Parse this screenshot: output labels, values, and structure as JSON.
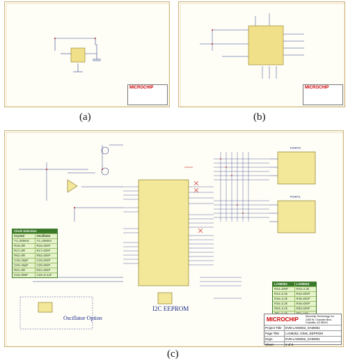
{
  "captions": {
    "a": "(a)",
    "b": "(b)",
    "c": "(c)"
  },
  "logo_text": "MICROCHIP",
  "panel_c": {
    "clock_table": {
      "title": "Clock Selection",
      "headers": [
        "Crystal",
        "Oscillator"
      ],
      "rows": [
        [
          "Y1=25MHz",
          "Y1=25MHz"
        ],
        [
          "R16=0R",
          "R16=DNP"
        ],
        [
          "R17=0R",
          "R17=DNP"
        ],
        [
          "R62=0R",
          "R62=DNP"
        ],
        [
          "C19=18pF",
          "C19=DNP"
        ],
        [
          "C20=18pF",
          "C20=DNP"
        ],
        [
          "R21=0R",
          "R21=DNP"
        ],
        [
          "C22=DNP",
          "C22=0.1uF"
        ]
      ]
    },
    "lan_table": {
      "headers": [
        "LAN9252",
        "LAN9253"
      ],
      "rows": [
        [
          "R43=DNP",
          "R43=2.2k"
        ],
        [
          "R44=2.2k",
          "R44=DNP"
        ],
        [
          "R45=2.2k",
          "R45=DNP"
        ],
        [
          "R46=2.2k",
          "R46=DNP"
        ],
        [
          "R93=2.2k",
          "R93=DNP"
        ],
        [
          "TP1=2.2k",
          "TP1=Vss"
        ]
      ]
    },
    "oscillator_label": "Oscillator Option",
    "eeprom_label": "I2C EEPROM",
    "port_labels": [
      "PORT0",
      "PORT1"
    ],
    "title_block": {
      "company": [
        "Microchip Technology, Inc.",
        "2355 W. Chandler Blvd.",
        "Chandler, AZ 85224"
      ],
      "rows": [
        {
          "k": "Project Title",
          "v": "EVB-LAN9252_SAMD51"
        },
        {
          "k": "Page Title",
          "v": "LAN9252, IOMs, EEPROM"
        },
        {
          "k": "Dsgn",
          "v": "EVB-LAN9252_SAMD51"
        },
        {
          "k": "Sheet",
          "v": "3 of 5"
        }
      ]
    }
  }
}
